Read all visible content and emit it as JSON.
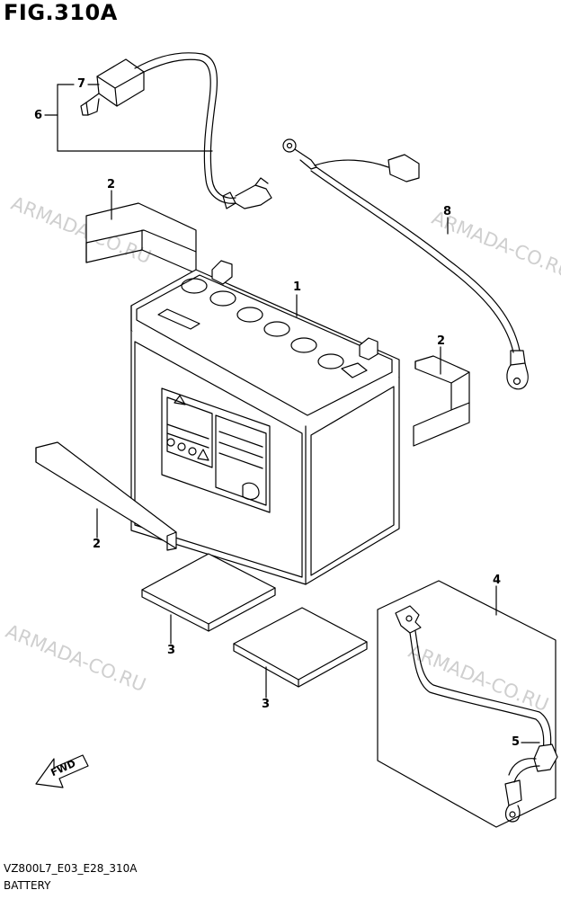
{
  "figure": {
    "title": "FIG.310A",
    "model_code": "VZ800L7_E03_E28_310A",
    "section_name": "BATTERY"
  },
  "callouts": [
    "1",
    "2",
    "2",
    "2",
    "3",
    "3",
    "4",
    "5",
    "6",
    "7",
    "8"
  ],
  "watermark": "ARMADA-CO.RU",
  "fwd_label": "FWD"
}
